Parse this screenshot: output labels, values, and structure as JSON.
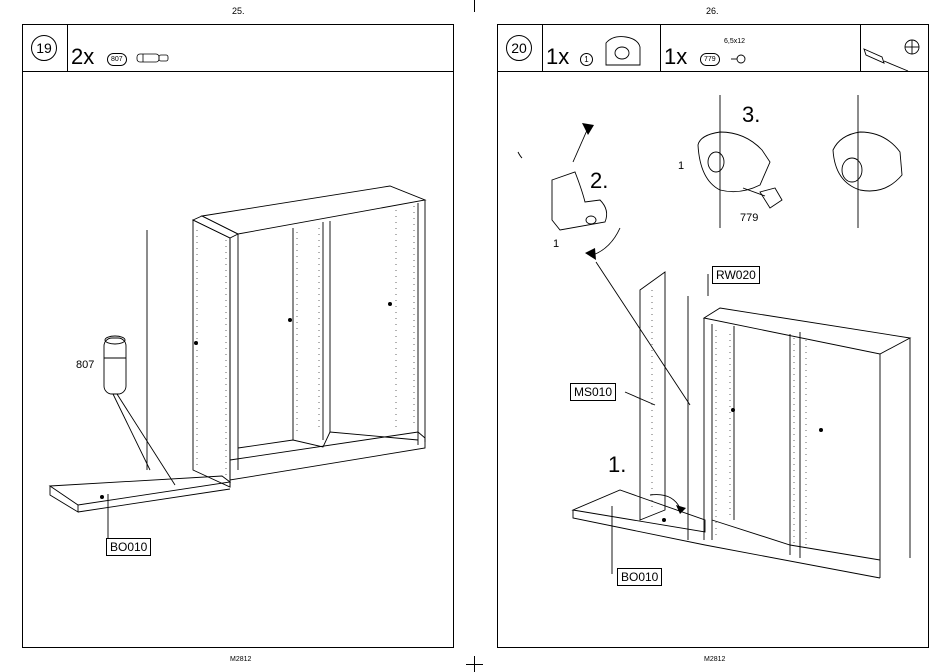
{
  "left_page": {
    "page_number": "25.",
    "footer_code": "M2812",
    "step": "19",
    "quantity": "2x",
    "part_code": "807",
    "labels": {
      "part": "807",
      "panel": "BO010"
    }
  },
  "right_page": {
    "page_number": "26.",
    "footer_code": "M2812",
    "step": "20",
    "items": [
      {
        "quantity": "1x",
        "part_code": "1"
      },
      {
        "quantity": "1x",
        "part_code": "779",
        "size": "6,5x12"
      }
    ],
    "tools": [
      "screwdriver-icon",
      "phillips-head-icon"
    ],
    "steps": [
      "1.",
      "2.",
      "3."
    ],
    "labels": {
      "bracket": "1",
      "bracket_detail": "1",
      "screw": "779",
      "rear_wall": "RW020",
      "side_panel": "MS010",
      "panel": "BO010"
    }
  }
}
